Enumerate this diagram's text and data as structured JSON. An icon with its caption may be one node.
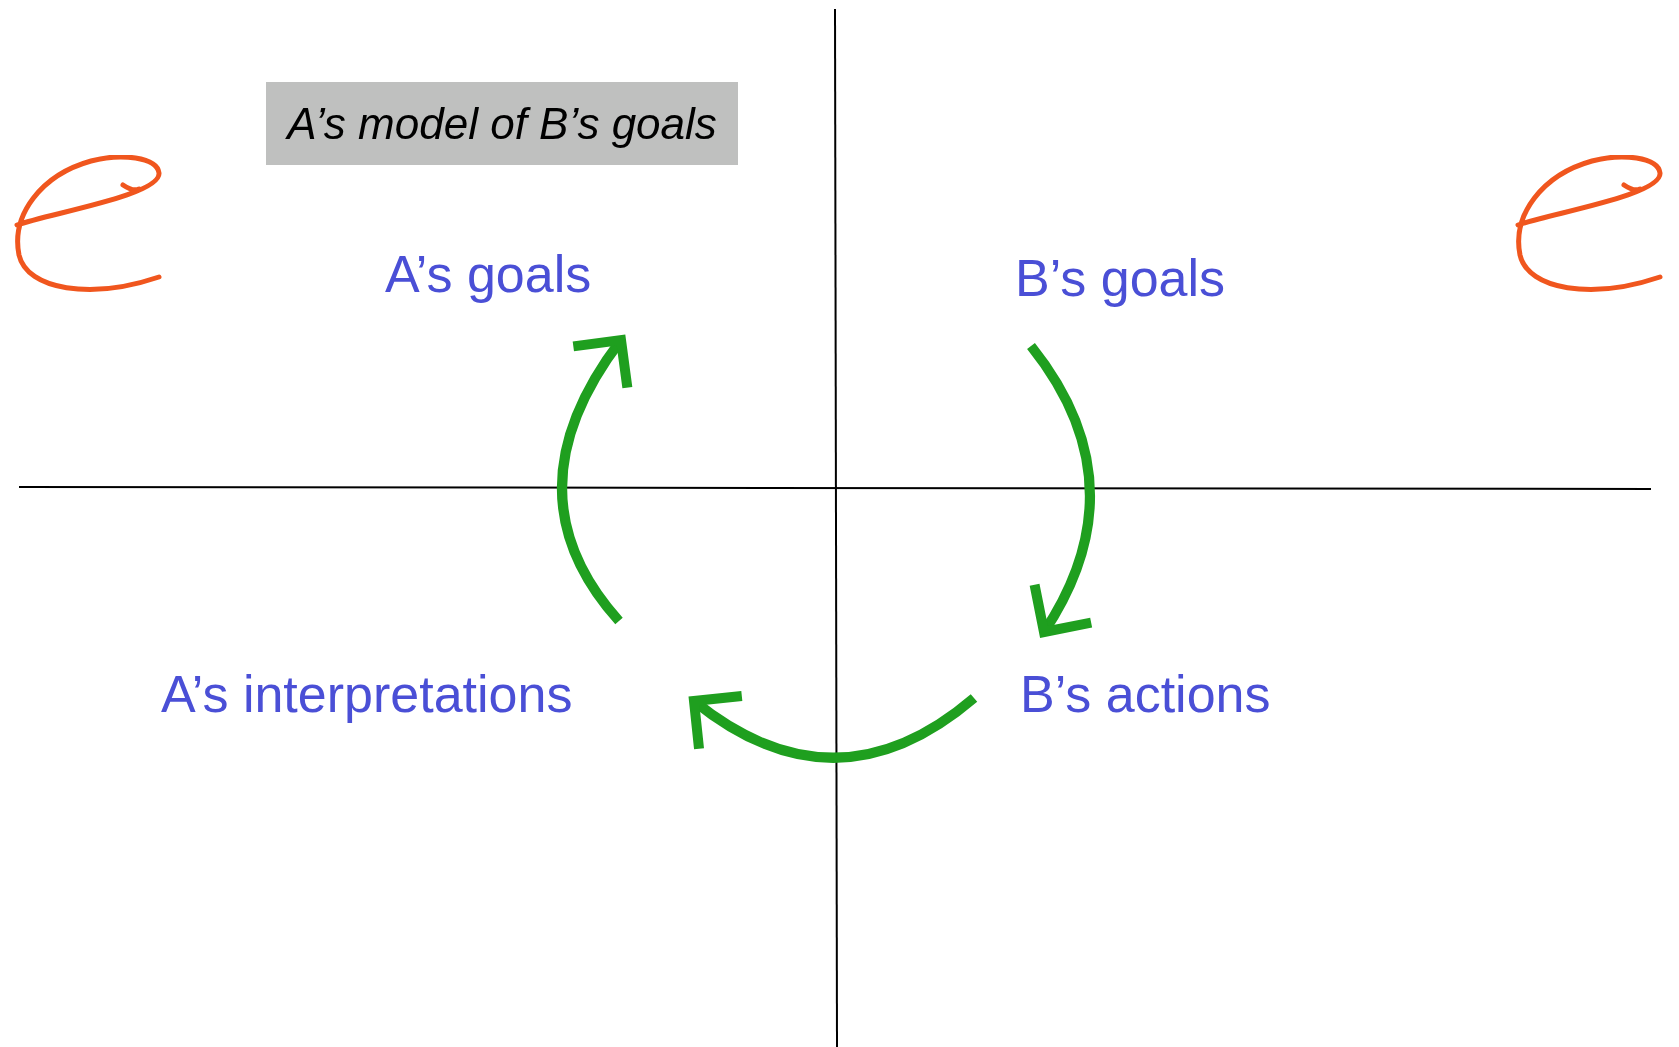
{
  "diagram": {
    "nodes": [
      {
        "text": [
          "A’s model of B’s goals"
        ]
      },
      {
        "text": [
          "A’s goals"
        ]
      },
      {
        "text": [
          "B’s goals"
        ]
      },
      {
        "text": [
          "B’s actions"
        ]
      },
      {
        "text": [
          "A’s interpretations"
        ]
      }
    ],
    "edges": [
      {
        "from": 2,
        "to": 3,
        "arrow": "to"
      },
      {
        "from": 3,
        "to": 4,
        "arrow": "to"
      },
      {
        "from": 4,
        "to": 1,
        "arrow": "to"
      }
    ]
  }
}
